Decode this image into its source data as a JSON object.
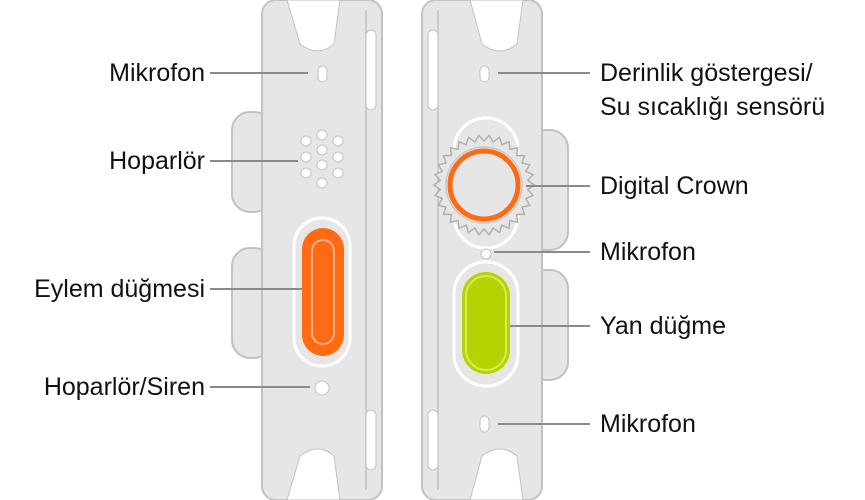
{
  "labels": {
    "left": {
      "microphone": "Mikrofon",
      "speaker": "Hoparlör",
      "action_button": "Eylem düğmesi",
      "speaker_siren": "Hoparlör/Siren"
    },
    "right": {
      "depth_gauge_line1": "Derinlik göstergesi/",
      "depth_gauge_line2": "Su sıcaklığı sensörü",
      "digital_crown": "Digital Crown",
      "microphone_mid": "Mikrofon",
      "side_button": "Yan düğme",
      "microphone_bottom": "Mikrofon"
    }
  },
  "colors": {
    "case_fill": "#e6e6e6",
    "case_stroke": "#c2c2c2",
    "detail_white": "#ffffff",
    "action_button": "#ff6a13",
    "crown_ring": "#ff6a13",
    "side_button": "#b5d300",
    "leader_line": "#8a8a8a"
  },
  "icons": [
    "watch-left-side",
    "watch-right-side",
    "speaker-grille-icon",
    "digital-crown-icon"
  ]
}
